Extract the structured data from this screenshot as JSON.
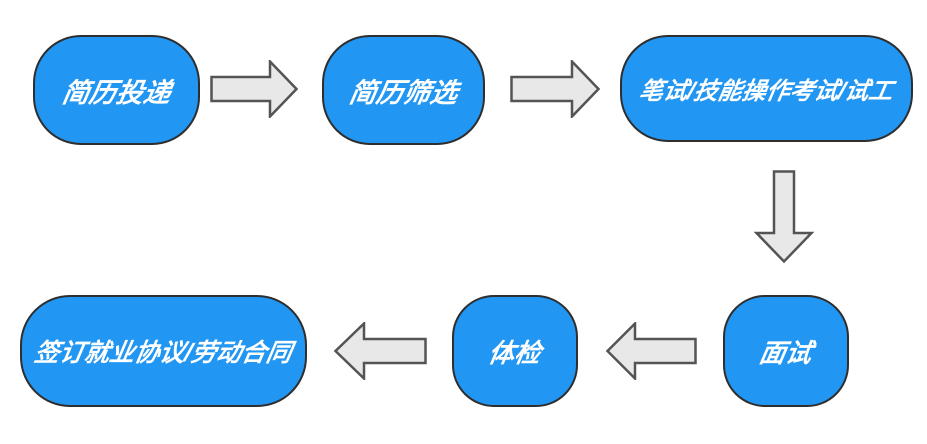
{
  "diagram": {
    "type": "flowchart",
    "colors": {
      "canvas-bg": "#ffffff",
      "node-fill": "#2196f3",
      "node-border": "#2e2e2e",
      "node-text": "#ffffff",
      "arrow-fill": "#e8e8e8",
      "arrow-border": "#545454"
    },
    "nodes": [
      {
        "id": "resume-submission",
        "label": "简历投递"
      },
      {
        "id": "resume-screening",
        "label": "简历筛选"
      },
      {
        "id": "written-skill-test",
        "label": "笔试/技能操作考试/试工"
      },
      {
        "id": "interview",
        "label": "面试"
      },
      {
        "id": "physical-exam",
        "label": "体检"
      },
      {
        "id": "sign-contract",
        "label": "签订就业协议/劳动合同"
      }
    ],
    "flow": [
      {
        "from": "简历投递",
        "to": "简历筛选",
        "direction": "right"
      },
      {
        "from": "简历筛选",
        "to": "笔试/技能操作考试/试工",
        "direction": "right"
      },
      {
        "from": "笔试/技能操作考试/试工",
        "to": "面试",
        "direction": "down"
      },
      {
        "from": "面试",
        "to": "体检",
        "direction": "left"
      },
      {
        "from": "体检",
        "to": "签订就业协议/劳动合同",
        "direction": "left"
      }
    ]
  }
}
